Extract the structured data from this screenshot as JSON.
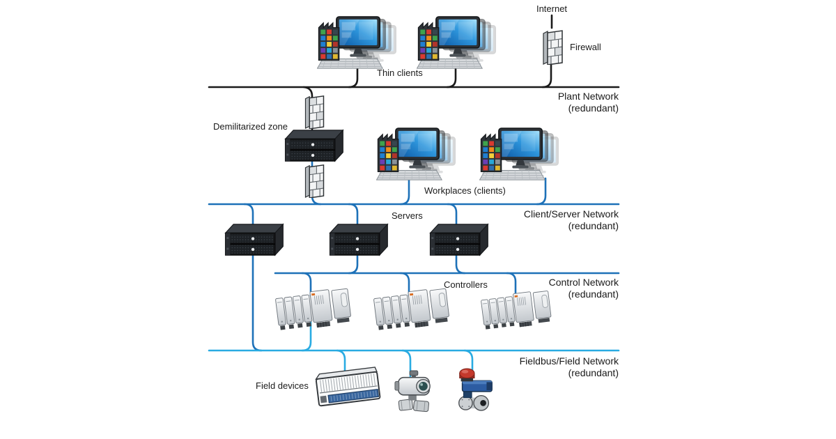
{
  "page": {
    "labels": {
      "internet": "Internet",
      "firewall": "Firewall",
      "thin_clients": "Thin clients",
      "dmz": "Demilitarized zone",
      "workplaces": "Workplaces (clients)",
      "servers": "Servers",
      "controllers": "Controllers",
      "field_devices": "Field devices"
    },
    "networks": [
      {
        "name": "Plant Network",
        "sub": "(redundant)",
        "color": "#1a1a1a"
      },
      {
        "name": "Client/Server Network",
        "sub": "(redundant)",
        "color": "#1d71b8"
      },
      {
        "name": "Control Network",
        "sub": "(redundant)",
        "color": "#1d71b8"
      },
      {
        "name": "Fieldbus/Field Network",
        "sub": "(redundant)",
        "color": "#29abe2"
      }
    ],
    "colors": {
      "plant_line": "#1a1a1a",
      "backbone_line": "#1d71b8",
      "fieldbus_line": "#29abe2"
    },
    "devices": [
      {
        "id": "thin-client-cluster-1",
        "type": "thin-client-workstation"
      },
      {
        "id": "thin-client-cluster-2",
        "type": "thin-client-workstation"
      },
      {
        "id": "internet-firewall",
        "type": "firewall"
      },
      {
        "id": "dmz-firewall-upper",
        "type": "firewall"
      },
      {
        "id": "dmz-server",
        "type": "rack-server"
      },
      {
        "id": "dmz-firewall-lower",
        "type": "firewall"
      },
      {
        "id": "workplace-cluster-1",
        "type": "workstation"
      },
      {
        "id": "workplace-cluster-2",
        "type": "workstation"
      },
      {
        "id": "server-1",
        "type": "rack-server"
      },
      {
        "id": "server-2",
        "type": "rack-server"
      },
      {
        "id": "server-3",
        "type": "rack-server"
      },
      {
        "id": "controller-group-1",
        "type": "controller-rack"
      },
      {
        "id": "controller-group-2",
        "type": "controller-rack"
      },
      {
        "id": "controller-group-3",
        "type": "controller-rack"
      },
      {
        "id": "io-module",
        "type": "field-device"
      },
      {
        "id": "transmitter",
        "type": "field-device"
      },
      {
        "id": "valve",
        "type": "field-device"
      }
    ]
  }
}
